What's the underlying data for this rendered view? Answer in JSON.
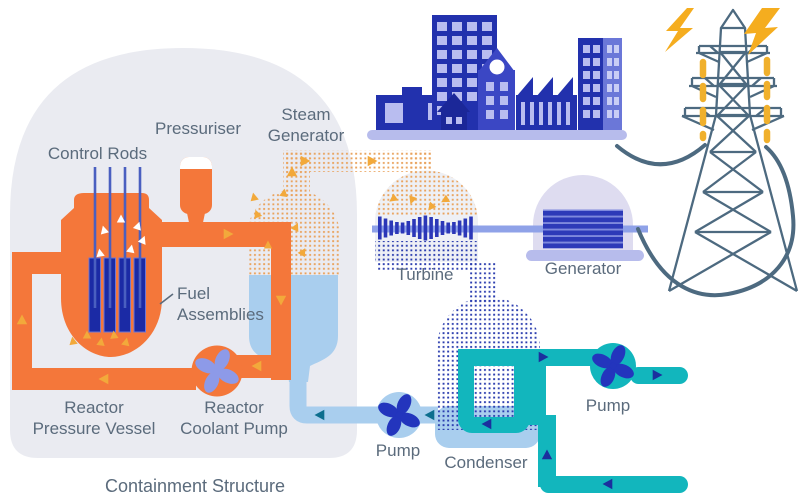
{
  "title": "Nuclear power plant diagram (pressurised water reactor)",
  "labels": {
    "control_rods": "Control Rods",
    "pressuriser": "Pressuriser",
    "steam_generator": {
      "line1": "Steam",
      "line2": "Generator"
    },
    "fuel_assemblies": {
      "line1": "Fuel",
      "line2": "Assemblies"
    },
    "reactor_pressure_vessel": {
      "line1": "Reactor",
      "line2": "Pressure Vessel"
    },
    "reactor_coolant_pump": {
      "line1": "Reactor",
      "line2": "Coolant Pump"
    },
    "containment_structure": "Containment Structure",
    "turbine": "Turbine",
    "generator": "Generator",
    "pump_feedwater": "Pump",
    "condenser": "Condenser",
    "pump_cooling": "Pump"
  },
  "colors": {
    "primary_loop_orange": "#f4773a",
    "flow_arrow_yellow": "#f2a93b",
    "steam_dot_orange": "#e9a25c",
    "dark_blue": "#2231ad",
    "condensate_dot_blue": "#2a3cae",
    "secondary_water_light_blue": "#a9ceee",
    "cooling_water_teal": "#12b6bd",
    "cooling_arrow_navy": "#1b2f9e",
    "condensate_arrow_teal": "#0d6e8e",
    "impeller_periwinkle": "#8d9ae8",
    "impeller_dark_blue": "#2335bd",
    "containment_grey": "#eaebf1",
    "lavender": "#b7bcec",
    "generator_dome_lavender": "#dedcf0",
    "pylon_slate": "#4d6a80",
    "label_text": "#5b6b7c",
    "lightning_yellow": "#f5ad1f",
    "background": "#ffffff"
  }
}
